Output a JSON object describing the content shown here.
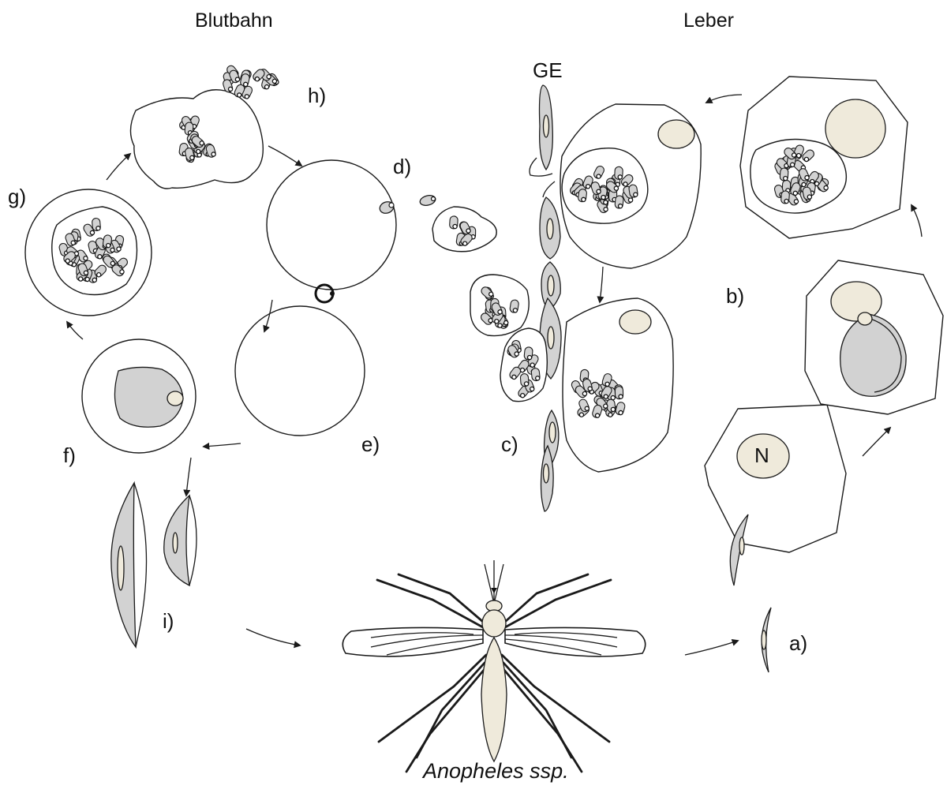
{
  "headers": {
    "blood": "Blutbahn",
    "liver": "Leber"
  },
  "stages": {
    "a": "a)",
    "b": "b)",
    "c": "c)",
    "d": "d)",
    "e": "e)",
    "f": "f)",
    "g": "g)",
    "h": "h)",
    "i": "i)"
  },
  "abbrev": {
    "ge": "GE",
    "nucleus": "N"
  },
  "species": "Anopheles ssp.",
  "colors": {
    "line": "#1a1a1a",
    "parasite": "#d2d2d2",
    "nucleus": "#efeadb",
    "background": "#ffffff"
  }
}
